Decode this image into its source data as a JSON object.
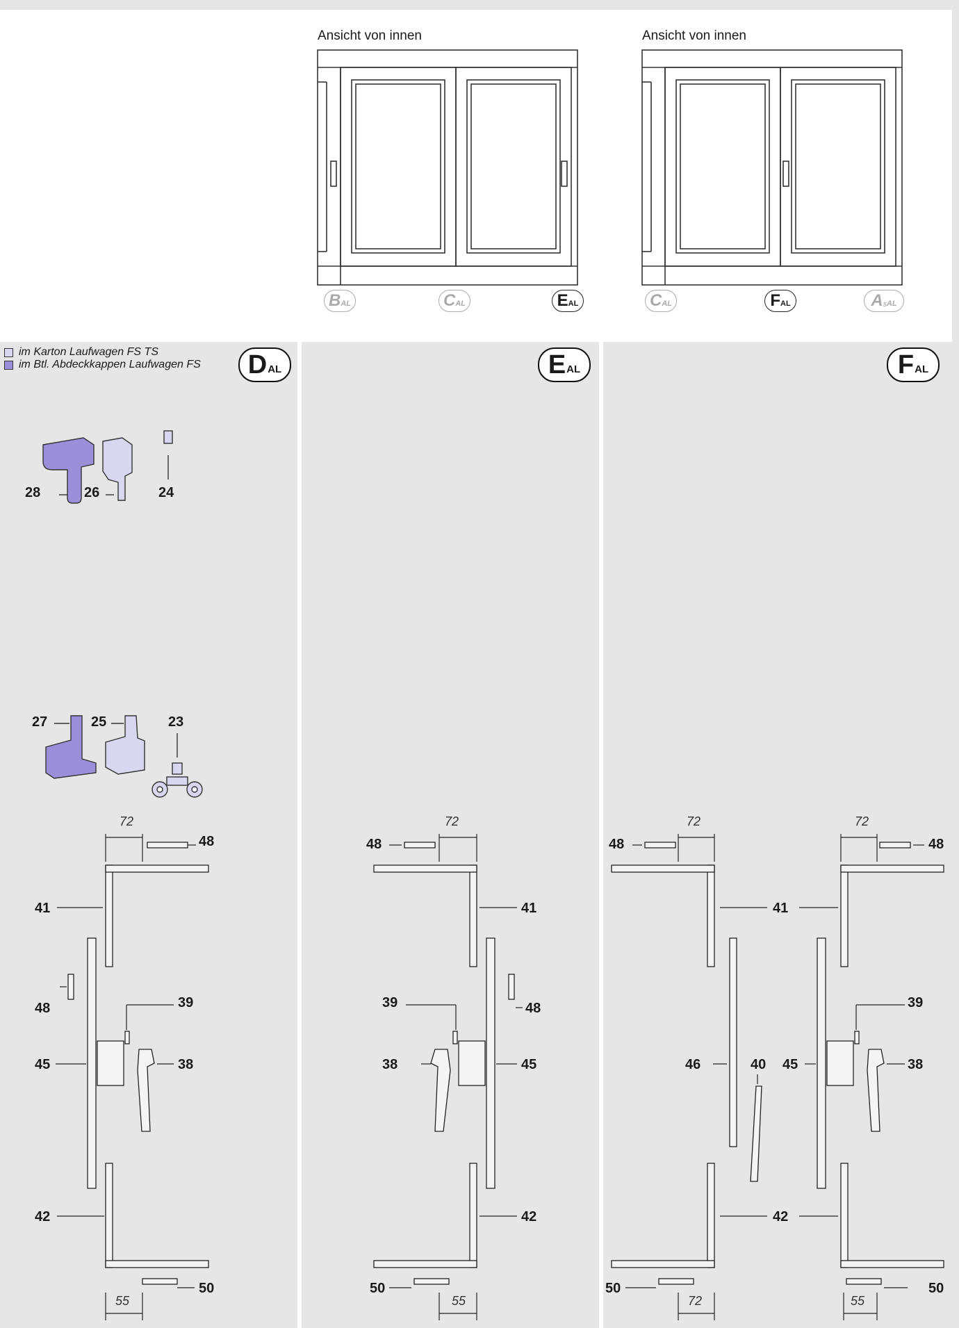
{
  "views": [
    {
      "title": "Ansicht von innen",
      "badges": [
        {
          "letter": "B",
          "sub": "AL",
          "dim": true
        },
        {
          "letter": "C",
          "sub": "AL",
          "dim": true
        },
        {
          "letter": "E",
          "sub": "AL",
          "dim": false
        }
      ]
    },
    {
      "title": "Ansicht von innen",
      "badges": [
        {
          "letter": "C",
          "sub": "AL",
          "dim": true
        },
        {
          "letter": "F",
          "sub": "AL",
          "dim": false
        },
        {
          "letter": "A",
          "sub": "AL",
          "sup": "S",
          "dim": true
        }
      ]
    }
  ],
  "legend": [
    {
      "text": "im Karton Laufwagen FS TS",
      "color": "#d9d6f0"
    },
    {
      "text": "im Btl. Abdeckkappen Laufwagen FS",
      "color": "#9a8fd8"
    }
  ],
  "panels": [
    {
      "badge_letter": "D",
      "badge_sub": "AL"
    },
    {
      "badge_letter": "E",
      "badge_sub": "AL"
    },
    {
      "badge_letter": "F",
      "badge_sub": "AL"
    }
  ],
  "labels": {
    "n28": "28",
    "n26": "26",
    "n24": "24",
    "n27": "27",
    "n25": "25",
    "n23": "23",
    "n48": "48",
    "n41": "41",
    "n39": "39",
    "n45": "45",
    "n38": "38",
    "n42": "42",
    "n50": "50",
    "n46": "46",
    "n40": "40",
    "d72": "72",
    "d55": "55"
  },
  "colors": {
    "panel": "#e6e6e6",
    "part_violet": "#9a8fd8",
    "part_light": "#d9d6f0"
  }
}
